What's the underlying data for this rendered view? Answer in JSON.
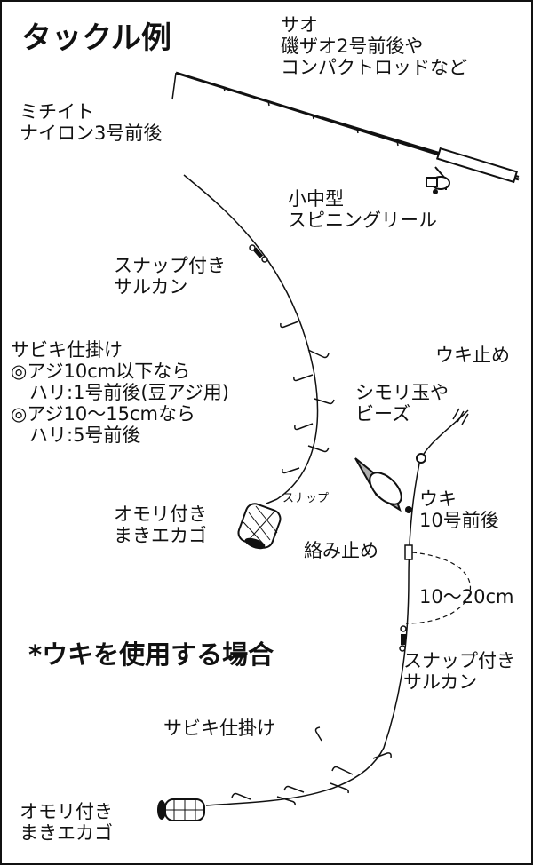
{
  "title": "タックル例",
  "labels": {
    "rod": "サオ\n磯ザオ2号前後や\nコンパクトロッドなど",
    "line": "ミチイト\nナイロン3号前後",
    "reel": "小中型\nスピニングリール",
    "snap_swivel_top": "スナップ付き\nサルカン",
    "sabiki_top": "サビキ仕掛け\n◎アジ10cm以下なら\n　ハリ:1号前後(豆アジ用)\n◎アジ10〜15cmなら\n　ハリ:5号前後",
    "snap": "スナップ",
    "sinker_top": "オモリ付き\nまきエカゴ",
    "float_stop": "ウキ止め",
    "beads": "シモリ玉や\nビーズ",
    "float": "ウキ\n10号前後",
    "tangle_stop": "絡み止め",
    "distance": "10〜20cm",
    "float_note": "*ウキを使用する場合",
    "snap_swivel_bottom": "スナップ付き\nサルカン",
    "sabiki_bottom": "サビキ仕掛け",
    "sinker_bottom": "オモリ付き\nまきエカゴ"
  },
  "colors": {
    "ink": "#111111",
    "paper": "#ffffff",
    "float_tip": "#b0b0b0"
  }
}
